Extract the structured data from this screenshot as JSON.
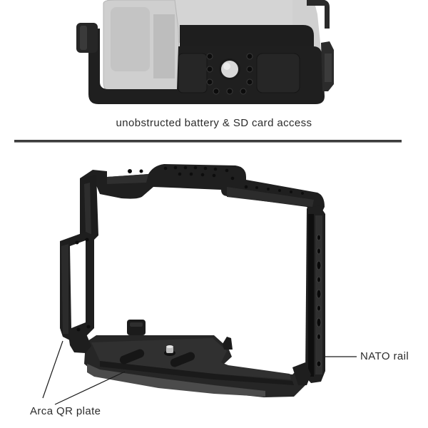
{
  "top_photo": {
    "description": "Camera cage bottom view with camera installed",
    "caption": "unobstructed battery & SD card access"
  },
  "divider": {
    "color": "#3d3d3d"
  },
  "bottom_photo": {
    "description": "Empty camera cage, three-quarter view",
    "callouts": [
      {
        "label": "NATO rail",
        "target": "right side rail"
      },
      {
        "label": "Arca QR plate",
        "target": "base plate"
      }
    ]
  },
  "colors": {
    "cage_dark": "#1c1c1c",
    "cage_mid": "#2e2e2e",
    "cage_highlight": "#4a4a4a",
    "camera_body": "#c9c9c9",
    "text": "#2b2b2b"
  }
}
